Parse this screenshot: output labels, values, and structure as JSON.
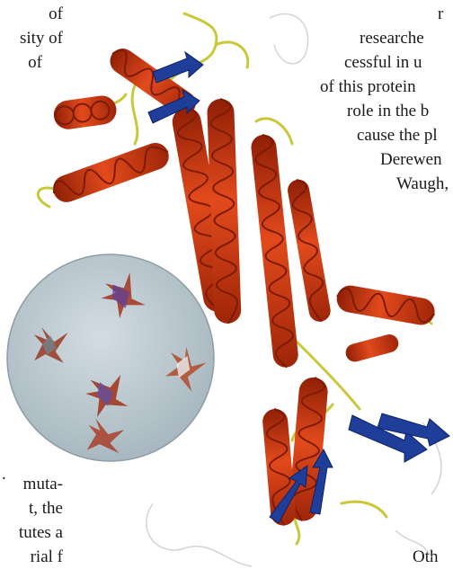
{
  "page": {
    "left_column": {
      "top_lines": [
        "of",
        "sity of",
        "of"
      ],
      "bottom_lines": [
        ".",
        "muta-",
        "t, the",
        "tutes a",
        "rial f"
      ]
    },
    "right_column": {
      "lines": [
        "r",
        "researche",
        "cessful in u",
        "of this protein",
        "role in the b",
        "cause the pl",
        "Derewen",
        "Waugh,"
      ],
      "bottom_fragment": "Oth"
    }
  },
  "figure": {
    "subject": "protein ribbon structure with inset of crystals",
    "colors": {
      "helix": "#d23a12",
      "helix_dark": "#9e2508",
      "sheet": "#1e3e9a",
      "loop": "#c9c83a",
      "trace": "#d0d0d0",
      "inset_bg": "#b7c5cc"
    }
  }
}
